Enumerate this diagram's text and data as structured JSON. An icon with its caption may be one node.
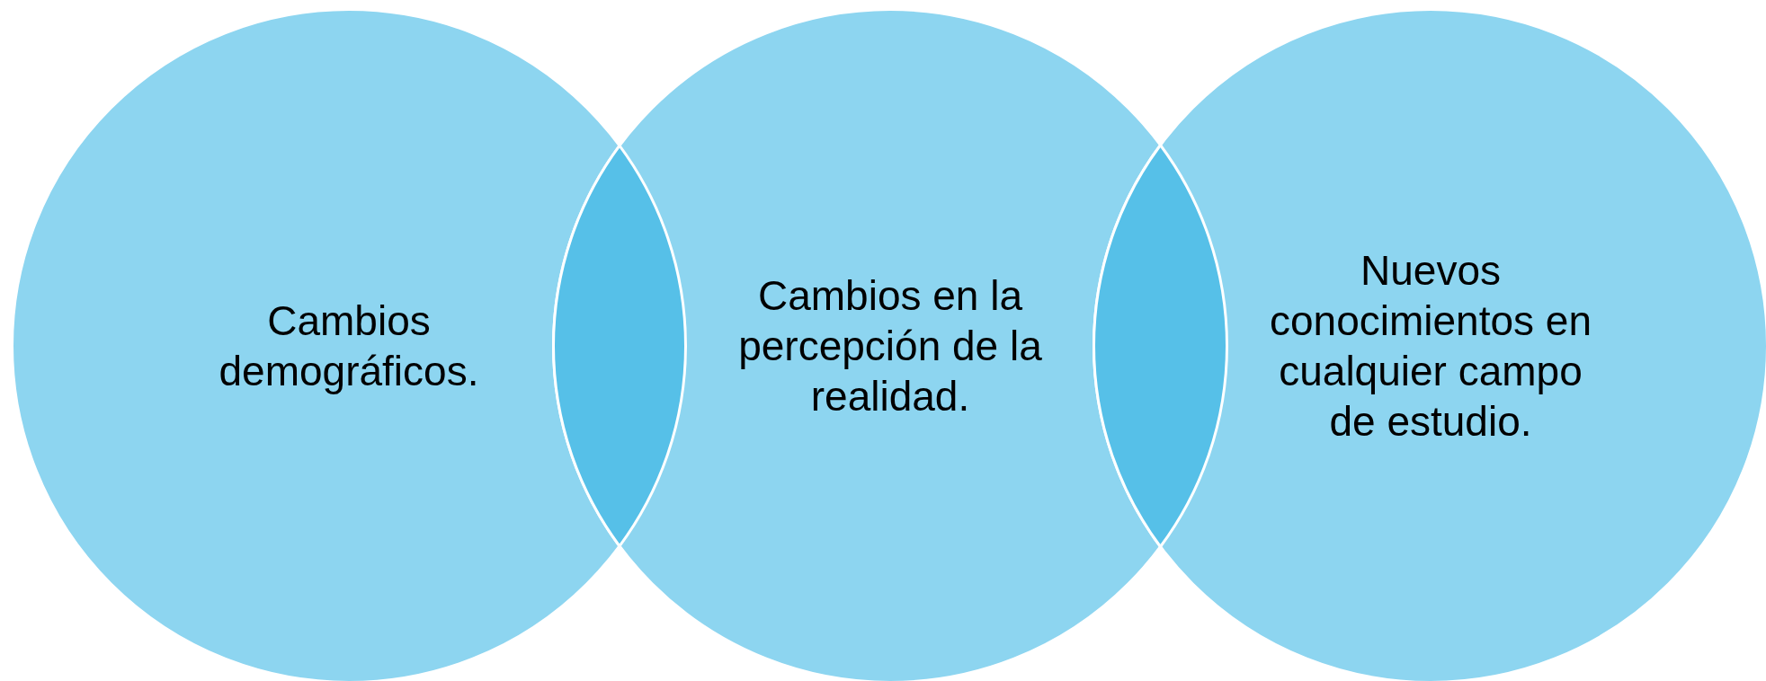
{
  "diagram": {
    "nodes": [
      {
        "text": [
          "Cambios demográficos."
        ]
      },
      {
        "text": [
          "Cambios en la percepción de la realidad."
        ]
      },
      {
        "text": [
          "Nuevos conocimientos en cualquier campo de estudio."
        ]
      }
    ]
  }
}
